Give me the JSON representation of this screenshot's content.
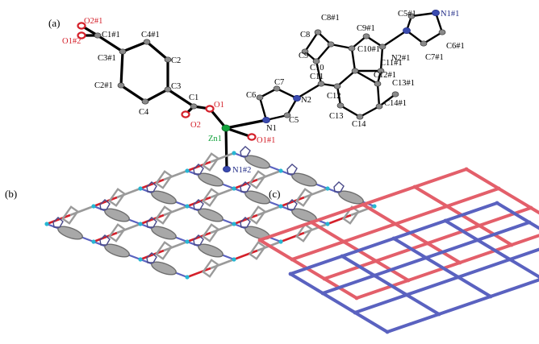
{
  "panels": {
    "a": "(a)",
    "b": "(b)",
    "c": "(c)"
  },
  "colors": {
    "bond": "#000000",
    "carbon": "#7f7f7f",
    "nitrogen": "#3a4bb0",
    "oxygen": "#d4202a",
    "zinc": "#12a23c",
    "net_red": "#e35f6a",
    "net_blue": "#5a62c0",
    "zn_node": "#27b7d3"
  },
  "labels": {
    "O2_1": "O2#1",
    "O1_2": "O1#2",
    "C1_1": "C1#1",
    "C4_1": "C4#1",
    "C3_1": "C3#1",
    "C2": "C2",
    "C2_1": "C2#1",
    "C3": "C3",
    "C4": "C4",
    "C1": "C1",
    "O1": "O1",
    "O2": "O2",
    "Zn1": "Zn1",
    "O1_1": "O1#1",
    "N1_2": "N1#2",
    "C6": "C6",
    "C7": "C7",
    "N1": "N1",
    "N2": "N2",
    "C5": "C5",
    "C8_1": "C8#1",
    "C8": "C8",
    "C9": "C9",
    "C9_1": "C9#1",
    "C10": "C10",
    "C10_1": "C10#1",
    "C11": "C11",
    "C11_1": "C11#1",
    "C12": "C12",
    "C12_1": "C12#1",
    "C13": "C13",
    "C13_1": "C13#1",
    "C14": "C14",
    "C14_1": "C14#1",
    "C5_1": "C5#1",
    "N1_1": "N1#1",
    "N2_1": "N2#1",
    "C6_1": "C6#1",
    "C7_1": "C7#1"
  }
}
